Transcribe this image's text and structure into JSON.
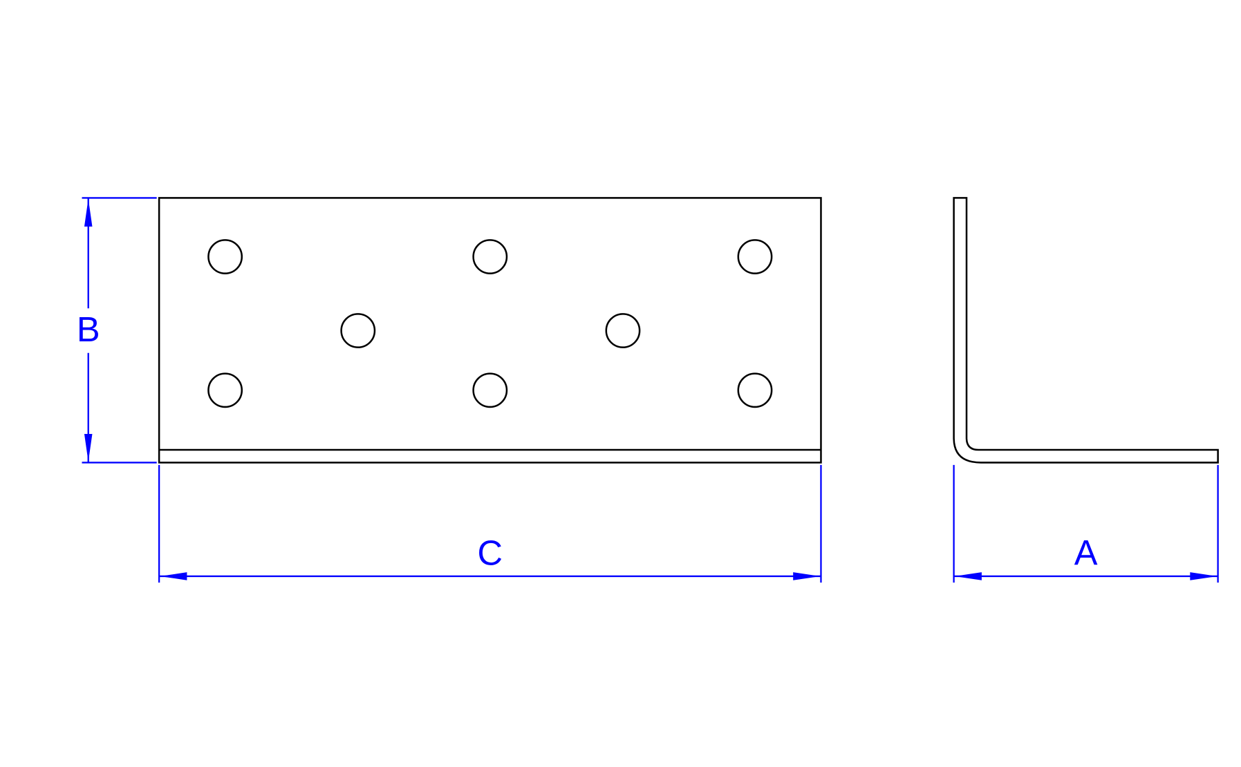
{
  "dimensions": {
    "height_label": "B",
    "length_label": "C",
    "leg_label": "A"
  },
  "holes": {
    "count": 8
  },
  "colors": {
    "outline": "#000000",
    "dimension": "#0000ff",
    "background": "#ffffff"
  }
}
